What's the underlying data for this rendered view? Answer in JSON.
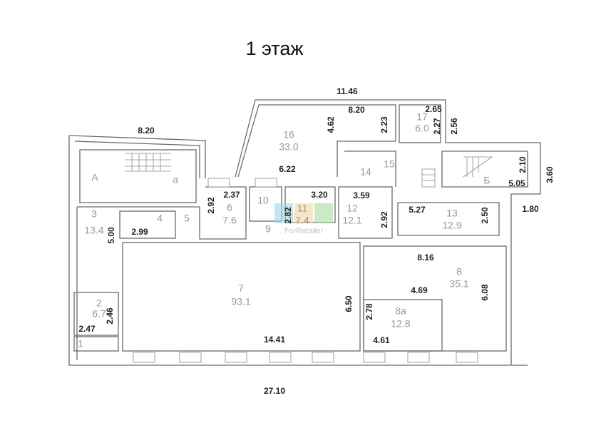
{
  "title": "1 этаж",
  "watermark": "ForRetailer",
  "rooms": [
    {
      "id": "A",
      "label": "А"
    },
    {
      "id": "a",
      "label": "а"
    },
    {
      "id": "B",
      "label": "Б"
    },
    {
      "id": "1",
      "label": "1"
    },
    {
      "id": "2",
      "label": "2",
      "area": "6.7"
    },
    {
      "id": "3",
      "label": "3",
      "area": "13.4"
    },
    {
      "id": "4",
      "label": "4"
    },
    {
      "id": "5",
      "label": "5"
    },
    {
      "id": "6",
      "label": "6",
      "area": "7.6"
    },
    {
      "id": "7",
      "label": "7",
      "area": "93.1"
    },
    {
      "id": "8",
      "label": "8",
      "area": "35.1"
    },
    {
      "id": "8a",
      "label": "8а",
      "area": "12.8"
    },
    {
      "id": "9",
      "label": "9"
    },
    {
      "id": "10",
      "label": "10"
    },
    {
      "id": "11",
      "label": "11",
      "area": "7.4"
    },
    {
      "id": "12",
      "label": "12",
      "area": "12.1"
    },
    {
      "id": "13",
      "label": "13",
      "area": "12.9"
    },
    {
      "id": "14",
      "label": "14"
    },
    {
      "id": "15",
      "label": "15"
    },
    {
      "id": "16",
      "label": "16",
      "area": "33.0"
    },
    {
      "id": "17",
      "label": "17",
      "area": "6.0"
    }
  ],
  "dimensions": {
    "top_total": "11.46",
    "left_wing_top": "8.20",
    "r16_top": "8.20",
    "r16_right": "4.62",
    "r16_bottom": "6.22",
    "corr_223": "2.23",
    "r17_265": "2.65",
    "r17_227": "2.27",
    "r17_256": "2.56",
    "b_210": "2.10",
    "b_360": "3.60",
    "b_505": "5.05",
    "r_180": "1.80",
    "r6_237": "2.37",
    "r6_292": "2.92",
    "r11_320": "3.20",
    "r11_282": "2.82",
    "r12_359": "3.59",
    "r12_292": "2.92",
    "r13_527": "5.27",
    "r13_250": "2.50",
    "r3_500": "5.00",
    "r4_299": "2.99",
    "r8_816": "8.16",
    "r8_608": "6.08",
    "r7_650": "6.50",
    "r8a_469": "4.69",
    "r8a_278": "2.78",
    "r8a_461": "4.61",
    "r7_1441": "14.41",
    "r2_246": "2.46",
    "r1_247": "2.47",
    "bottom_total": "27.10"
  }
}
